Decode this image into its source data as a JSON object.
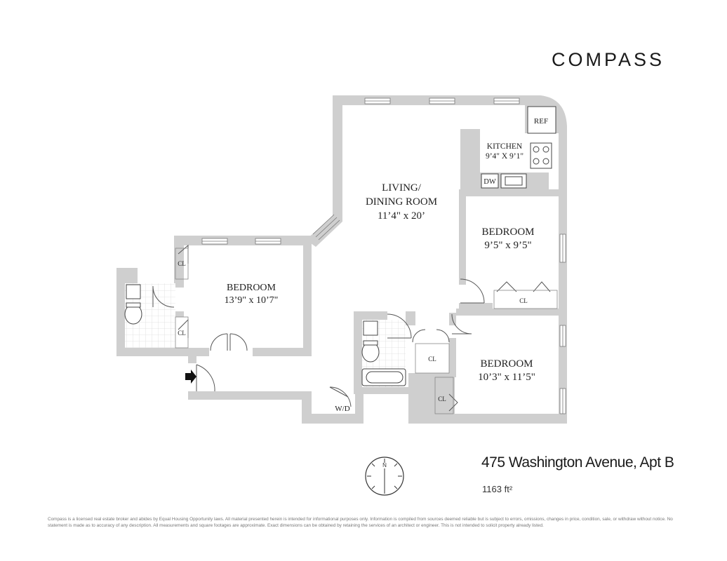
{
  "brand": {
    "logo_text": "COMPASS"
  },
  "listing": {
    "address": "475 Washington Avenue, Apt  B",
    "area_value": "1163",
    "area_unit": "ft²"
  },
  "rooms": {
    "living_line1": "LIVING/",
    "living_line2": "DINING ROOM",
    "living_dims": "11’4\" x 20’",
    "kitchen_name": "KITCHEN",
    "kitchen_dims": "9’4\" X 9’1\"",
    "bedroom_left_name": "BEDROOM",
    "bedroom_left_dims": "13’9\" x 10’7\"",
    "bedroom_right_top_name": "BEDROOM",
    "bedroom_right_top_dims": "9’5\" x 9’5\"",
    "bedroom_right_bottom_name": "BEDROOM",
    "bedroom_right_bottom_dims": "10’3\" x 11’5\""
  },
  "fixtures": {
    "ref": "REF",
    "dw": "DW",
    "wd": "W/D",
    "closet": "CL"
  },
  "compass_rose": {
    "north": "N"
  },
  "colors": {
    "walls": "#cfcfcf",
    "lines": "#555555",
    "tile": "#e6e6e6"
  },
  "disclaimer": "Compass is a licensed real estate broker and abides by Equal Housing Opportunity laws. All material presented herein is intended for informational purposes only. Information is compiled from sources deemed reliable but is subject to errors, omissions, changes in price, condition, sale, or withdraw without notice. No statement is made as to accuracy of any description. All measurements and square footages are approximate. Exact dimensions can be obtained by retaining the services of an architect or engineer. This is not intended to solicit property already listed."
}
